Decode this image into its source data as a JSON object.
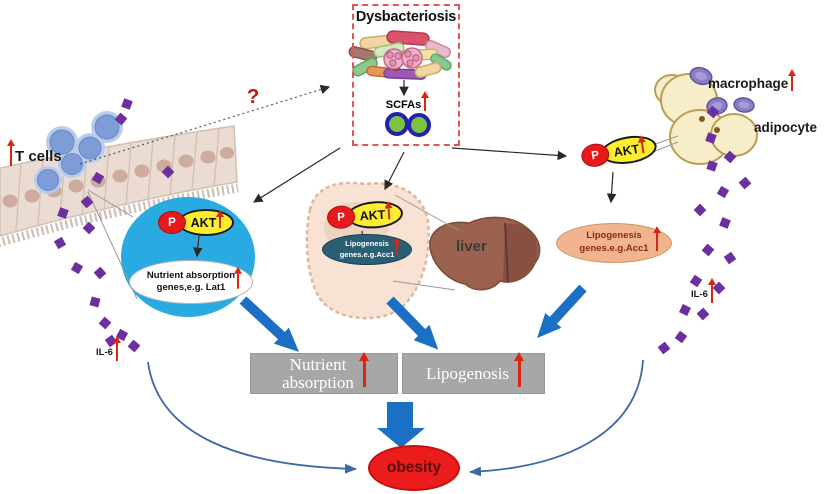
{
  "title_box": {
    "title": "Dysbacteriosis",
    "scfas_label": "SCFAs"
  },
  "labels": {
    "t_cells": "T cells",
    "question_mark": "?",
    "macrophage": "macrophage",
    "adipocyte": "adipocyte",
    "liver": "liver",
    "il6_left": "IL-6",
    "il6_right": "IL-6"
  },
  "signaling": {
    "p": "P",
    "akt": "AKT"
  },
  "gene_labels": {
    "gut": {
      "line1": "Nutrient absorption",
      "line2": "genes,e.g. Lat1"
    },
    "liver": {
      "line1": "Lipogenesis",
      "line2": "genes.e.g.Acc1"
    },
    "adipose": {
      "line1": "Lipogenesis",
      "line2": "genes.e.g.Acc1"
    }
  },
  "outcomes": {
    "nutrient_box_line1": "Nutrient",
    "nutrient_box_line2": "absorption",
    "lipogenosis_box": "Lipogenosis"
  },
  "result": {
    "obesity": "obesity"
  },
  "colors": {
    "dashed_box_red": "#e15555",
    "cell_circle_blue": "#29abe2",
    "akt_yellow": "#fdee30",
    "p_red": "#e8191c",
    "teal_oval": "#2a5e72",
    "orange_oval": "#f2b48e",
    "gray_box": "#a7a7a7",
    "obesity_red": "#ea1c1c",
    "arrow_blue": "#1b6fc4",
    "curve_arrow_blue": "#3a68a9",
    "diamond_purple": "#6b2fa0",
    "up_arrow_red": "#d92613"
  }
}
